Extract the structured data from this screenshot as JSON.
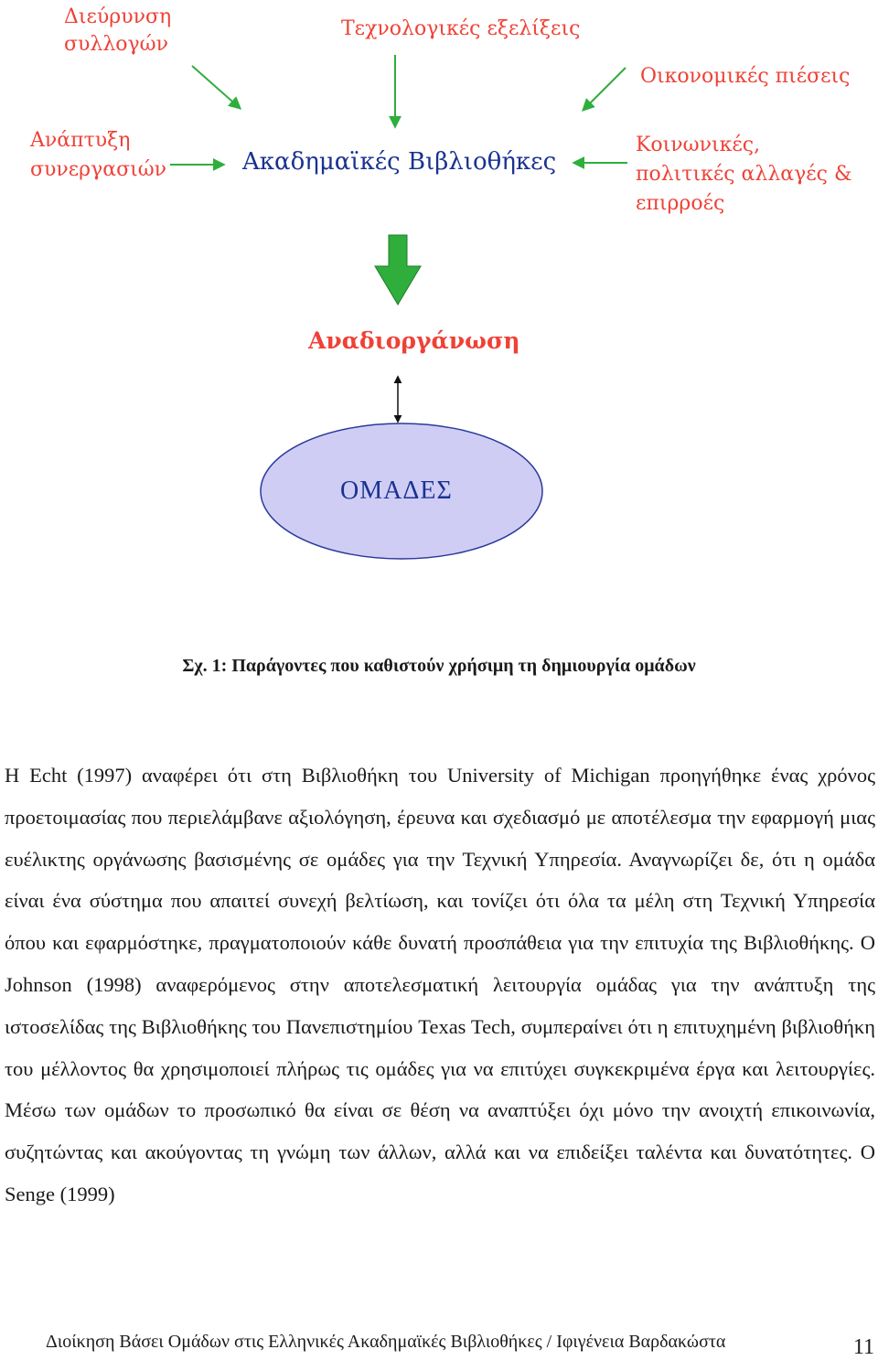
{
  "diagram": {
    "collections": [
      "Διεύρυνση",
      "συλλογών"
    ],
    "technology": "Τεχνολογικές εξελίξεις",
    "economic": "Οικονομικές πιέσεις",
    "cooperation": [
      "Ανάπτυξη",
      "συνεργασιών"
    ],
    "center": "Ακαδημαϊκές Βιβλιοθήκες",
    "social": [
      "Κοινωνικές,",
      "πολιτικές αλλαγές &",
      "επιρροές"
    ],
    "reorganization": "Αναδιοργάνωση",
    "teams": "ΟΜΑΔΕΣ",
    "colors": {
      "red_text": "#ef4136",
      "blue_text": "#21368e",
      "arrow_green": "#2fae3c",
      "ellipse_fill": "#d0cdf5",
      "ellipse_stroke": "#2b3a9a"
    }
  },
  "caption": "Σχ. 1: Παράγοντες που καθιστούν χρήσιμη τη δημιουργία ομάδων",
  "body_text": "Η Echt (1997) αναφέρει ότι στη Βιβλιοθήκη του University of Michigan προηγήθηκε ένας χρόνος προετοιμασίας που περιελάμβανε αξιολόγηση, έρευνα και σχεδιασμό με αποτέλεσμα την εφαρμογή μιας ευέλικτης οργάνωσης βασισμένης σε ομάδες για την Τεχνική Υπηρεσία. Αναγνωρίζει δε, ότι η ομάδα είναι ένα σύστημα που απαιτεί συνεχή βελτίωση, και τονίζει ότι όλα τα μέλη στη Τεχνική Υπηρεσία όπου και εφαρμόστηκε, πραγματοποιούν κάθε δυνατή προσπάθεια για την επιτυχία της Βιβλιοθήκης. Ο Johnson (1998) αναφερόμενος στην αποτελεσματική λειτουργία ομάδας για την ανάπτυξη της ιστοσελίδας της Βιβλιοθήκης του Πανεπιστημίου Texas Tech, συμπεραίνει ότι η επιτυχημένη βιβλιοθήκη του μέλλοντος θα χρησιμοποιεί πλήρως τις ομάδες για να επιτύχει συγκεκριμένα έργα και λειτουργίες. Μέσω των ομάδων το προσωπικό θα είναι σε θέση να αναπτύξει όχι μόνο την ανοιχτή επικοινωνία, συζητώντας και ακούγοντας τη γνώμη των άλλων, αλλά και να επιδείξει ταλέντα και δυνατότητες. Ο Senge (1999)",
  "footer": {
    "text": "Διοίκηση Βάσει Ομάδων στις Ελληνικές Ακαδημαϊκές Βιβλιοθήκες / Ιφιγένεια Βαρδακώστα",
    "page_number": "11"
  }
}
